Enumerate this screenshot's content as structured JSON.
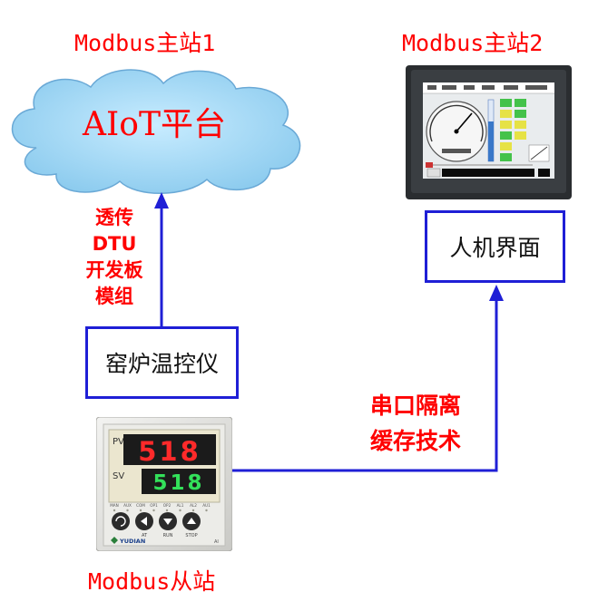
{
  "master1": {
    "label": "Modbus主站1",
    "cloud_text": "AIoT平台"
  },
  "master2": {
    "label": "Modbus主站2",
    "hmi_box": "人机界面"
  },
  "dtu": {
    "lines": [
      "透传",
      "DTU",
      "开发板",
      "模组"
    ]
  },
  "device": {
    "box": "窑炉温控仪",
    "slave_label": "Modbus从站"
  },
  "serial": {
    "lines": [
      "串口隔离",
      "缓存技术"
    ]
  },
  "controller": {
    "pv_tag": "PV",
    "sv_tag": "SV",
    "pv_value": "518",
    "sv_value": "518",
    "indicators": [
      "MAN",
      "AUX",
      "COM",
      "OP1",
      "OP2",
      "AL1",
      "AL2",
      "AU1"
    ],
    "key_labels": [
      "AT",
      "RUN",
      "STOP"
    ],
    "brand": "YUDIAN",
    "model": "AI"
  },
  "colors": {
    "red": "#ff0000",
    "blue": "#1f1fd6",
    "cloud": "#9fd3f2"
  }
}
